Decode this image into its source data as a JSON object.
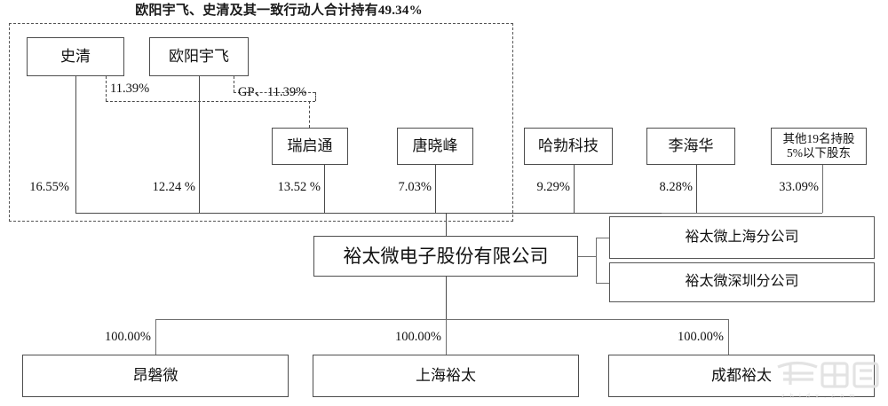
{
  "title": "欧阳宇飞、史清及其一致行动人合计持有49.34%",
  "consolidated_group": {
    "label": "一致行动人虚线框"
  },
  "top_shareholders": [
    {
      "id": "shiqing",
      "name": "史清",
      "direct_pct": "16.55%"
    },
    {
      "id": "ouyangyufei",
      "name": "欧阳宇飞",
      "direct_pct": "12.24 %"
    }
  ],
  "indirect_edges": [
    {
      "from": "史清",
      "to": "瑞启通",
      "label": "11.39%"
    },
    {
      "from": "欧阳宇飞",
      "to": "瑞启通",
      "label": "GP、11.39%"
    }
  ],
  "mid_shareholders": [
    {
      "id": "ruiqitong",
      "name": "瑞启通",
      "pct": "13.52 %"
    },
    {
      "id": "tangxiaofeng",
      "name": "唐晓峰",
      "pct": "7.03%"
    },
    {
      "id": "habo",
      "name": "哈勃科技",
      "pct": "9.29%"
    },
    {
      "id": "lihaihua",
      "name": "李海华",
      "pct": "8.28%"
    },
    {
      "id": "others",
      "name_line1": "其他19名持股",
      "name_line2": "5%以下股东",
      "pct": "33.09%"
    }
  ],
  "company": {
    "name": "裕太微电子股份有限公司"
  },
  "branches": [
    {
      "id": "shanghai-branch",
      "name": "裕太微上海分公司"
    },
    {
      "id": "shenzhen-branch",
      "name": "裕太微深圳分公司"
    }
  ],
  "subsidiaries": [
    {
      "id": "angpanwei",
      "name": "昂磐微",
      "pct": "100.00%"
    },
    {
      "id": "shanghai-yutai",
      "name": "上海裕太",
      "pct": "100.00%"
    },
    {
      "id": "chengdu-yutai",
      "name": "成都裕太",
      "pct": "100.00%"
    }
  ],
  "watermark": {
    "brand": "智东西",
    "url": "z h i d x . c o m"
  },
  "colors": {
    "box_border": "#4d4d4d",
    "line": "#4a4a4a",
    "dashed_region": "#555555",
    "text": "#111111",
    "background": "#ffffff",
    "watermark": "#e2e2e2"
  }
}
